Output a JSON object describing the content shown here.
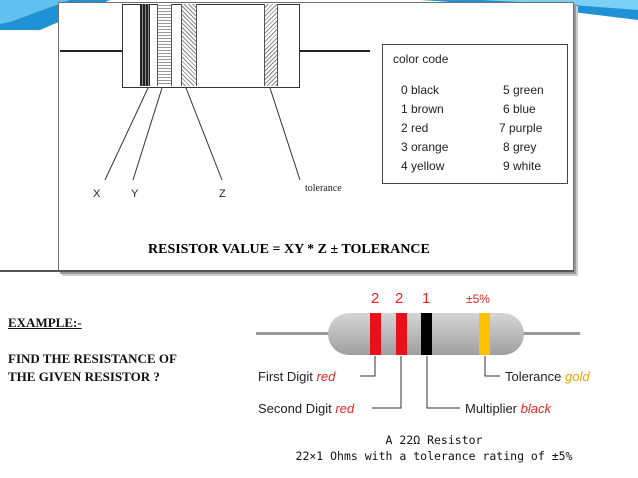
{
  "color_code": {
    "title": "color code",
    "left": [
      "0  black",
      "1  brown",
      "2  red",
      "3 orange",
      "4 yellow"
    ],
    "right": [
      "5  green",
      "6  blue",
      "7 purple",
      "8  grey",
      "9  white"
    ]
  },
  "top_diagram": {
    "labels": {
      "x": "X",
      "y": "Y",
      "z": "Z",
      "tolerance": "tolerance"
    }
  },
  "formula": "RESISTOR VALUE = XY * Z ± TOLERANCE",
  "example": {
    "heading": "EXAMPLE:-",
    "question_line1": "FIND THE RESISTANCE OF",
    "question_line2": "THE   GIVEN RESISTOR ?"
  },
  "example_resistor": {
    "digits": {
      "d1": "2",
      "d2": "2",
      "d3": "1",
      "tol": "±5%"
    },
    "first_digit_label": "First Digit",
    "first_digit_color": "red",
    "second_digit_label": "Second Digit",
    "second_digit_color": "red",
    "multiplier_label": "Multiplier",
    "multiplier_color": "black",
    "tolerance_label": "Tolerance",
    "tolerance_color": "gold",
    "band_colors": {
      "band1": "#e8101a",
      "band2": "#e8101a",
      "band3": "#000000",
      "tol": "#ffc000"
    },
    "caption_line1": "A 22Ω Resistor",
    "caption_line2": "22×1 Ohms with a tolerance rating of ±5%"
  },
  "theme": {
    "accent": "#1a8fd8"
  }
}
